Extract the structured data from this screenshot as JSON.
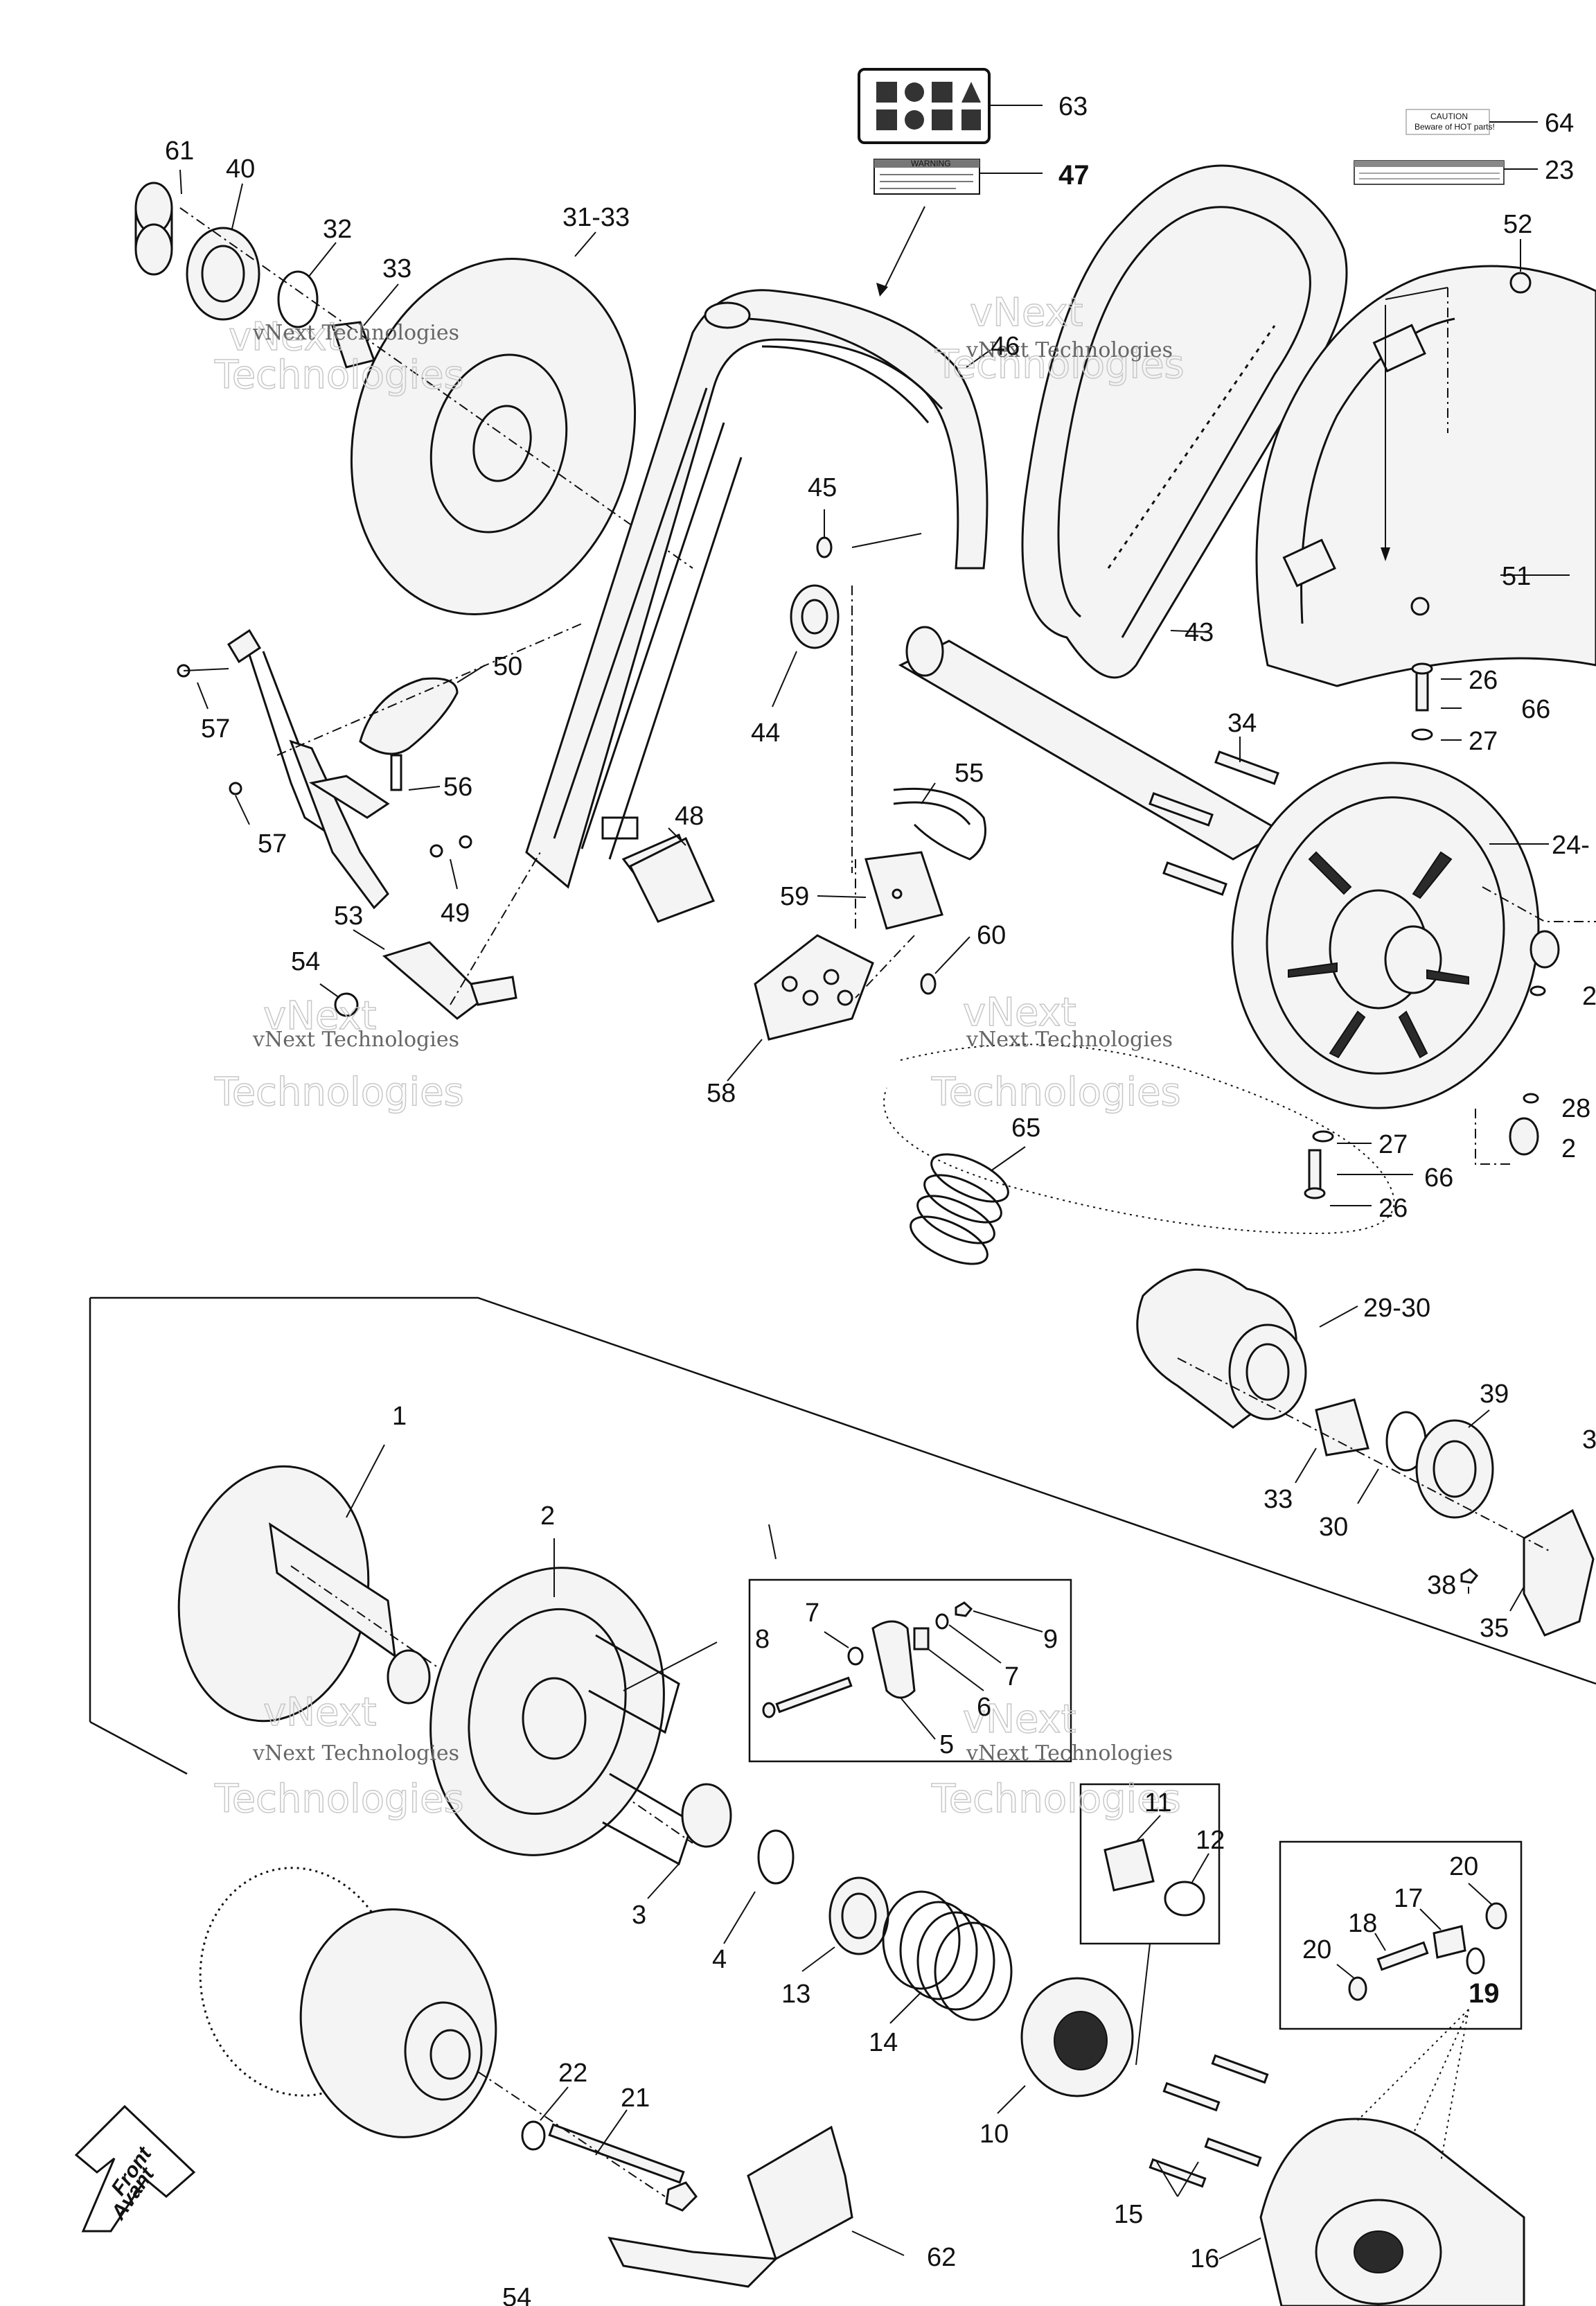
{
  "callouts": [
    {
      "id": "61",
      "text": "61"
    },
    {
      "id": "40",
      "text": "40"
    },
    {
      "id": "32",
      "text": "32"
    },
    {
      "id": "33a",
      "text": "33"
    },
    {
      "id": "31-33",
      "text": "31-33"
    },
    {
      "id": "63",
      "text": "63"
    },
    {
      "id": "47",
      "text": "47"
    },
    {
      "id": "64",
      "text": "64"
    },
    {
      "id": "23",
      "text": "23"
    },
    {
      "id": "52",
      "text": "52"
    },
    {
      "id": "46",
      "text": "46"
    },
    {
      "id": "45",
      "text": "45"
    },
    {
      "id": "51",
      "text": "51"
    },
    {
      "id": "43",
      "text": "43"
    },
    {
      "id": "50",
      "text": "50"
    },
    {
      "id": "44",
      "text": "44"
    },
    {
      "id": "26a",
      "text": "26"
    },
    {
      "id": "66a",
      "text": "66"
    },
    {
      "id": "27a",
      "text": "27"
    },
    {
      "id": "57a",
      "text": "57"
    },
    {
      "id": "56",
      "text": "56"
    },
    {
      "id": "34",
      "text": "34"
    },
    {
      "id": "55",
      "text": "55"
    },
    {
      "id": "57b",
      "text": "57"
    },
    {
      "id": "48",
      "text": "48"
    },
    {
      "id": "24",
      "text": "24-"
    },
    {
      "id": "49",
      "text": "49"
    },
    {
      "id": "59",
      "text": "59"
    },
    {
      "id": "60",
      "text": "60"
    },
    {
      "id": "53",
      "text": "53"
    },
    {
      "id": "54a",
      "text": "54"
    },
    {
      "id": "58",
      "text": "58"
    },
    {
      "id": "2a",
      "text": "2"
    },
    {
      "id": "28",
      "text": "28"
    },
    {
      "id": "65",
      "text": "65"
    },
    {
      "id": "27b",
      "text": "27"
    },
    {
      "id": "2b",
      "text": "2"
    },
    {
      "id": "66b",
      "text": "66"
    },
    {
      "id": "26b",
      "text": "26"
    },
    {
      "id": "29-30",
      "text": "29-30"
    },
    {
      "id": "1",
      "text": "1"
    },
    {
      "id": "39",
      "text": "39"
    },
    {
      "id": "3a",
      "text": "3"
    },
    {
      "id": "33b",
      "text": "33"
    },
    {
      "id": "30",
      "text": "30"
    },
    {
      "id": "2c",
      "text": "2"
    },
    {
      "id": "38",
      "text": "38"
    },
    {
      "id": "35",
      "text": "35"
    },
    {
      "id": "7a",
      "text": "7"
    },
    {
      "id": "8",
      "text": "8"
    },
    {
      "id": "9",
      "text": "9"
    },
    {
      "id": "7b",
      "text": "7"
    },
    {
      "id": "6",
      "text": "6"
    },
    {
      "id": "5",
      "text": "5"
    },
    {
      "id": "11",
      "text": "11"
    },
    {
      "id": "12",
      "text": "12"
    },
    {
      "id": "20a",
      "text": "20"
    },
    {
      "id": "17",
      "text": "17"
    },
    {
      "id": "18",
      "text": "18"
    },
    {
      "id": "20b",
      "text": "20"
    },
    {
      "id": "19",
      "text": "19"
    },
    {
      "id": "3b",
      "text": "3"
    },
    {
      "id": "4",
      "text": "4"
    },
    {
      "id": "13",
      "text": "13"
    },
    {
      "id": "14",
      "text": "14"
    },
    {
      "id": "10",
      "text": "10"
    },
    {
      "id": "22",
      "text": "22"
    },
    {
      "id": "21",
      "text": "21"
    },
    {
      "id": "15",
      "text": "15"
    },
    {
      "id": "16",
      "text": "16"
    },
    {
      "id": "62",
      "text": "62"
    },
    {
      "id": "54b",
      "text": "54"
    }
  ],
  "watermarks": {
    "line1": "vNext Technologies",
    "big_a": "vNext",
    "big_b": "Technologies"
  },
  "front_arrow": {
    "line1": "Front",
    "line2": "Avant"
  },
  "label_64": {
    "title": "CAUTION",
    "body": "Beware of HOT parts!"
  },
  "label_47": {
    "title": "WARNING"
  }
}
